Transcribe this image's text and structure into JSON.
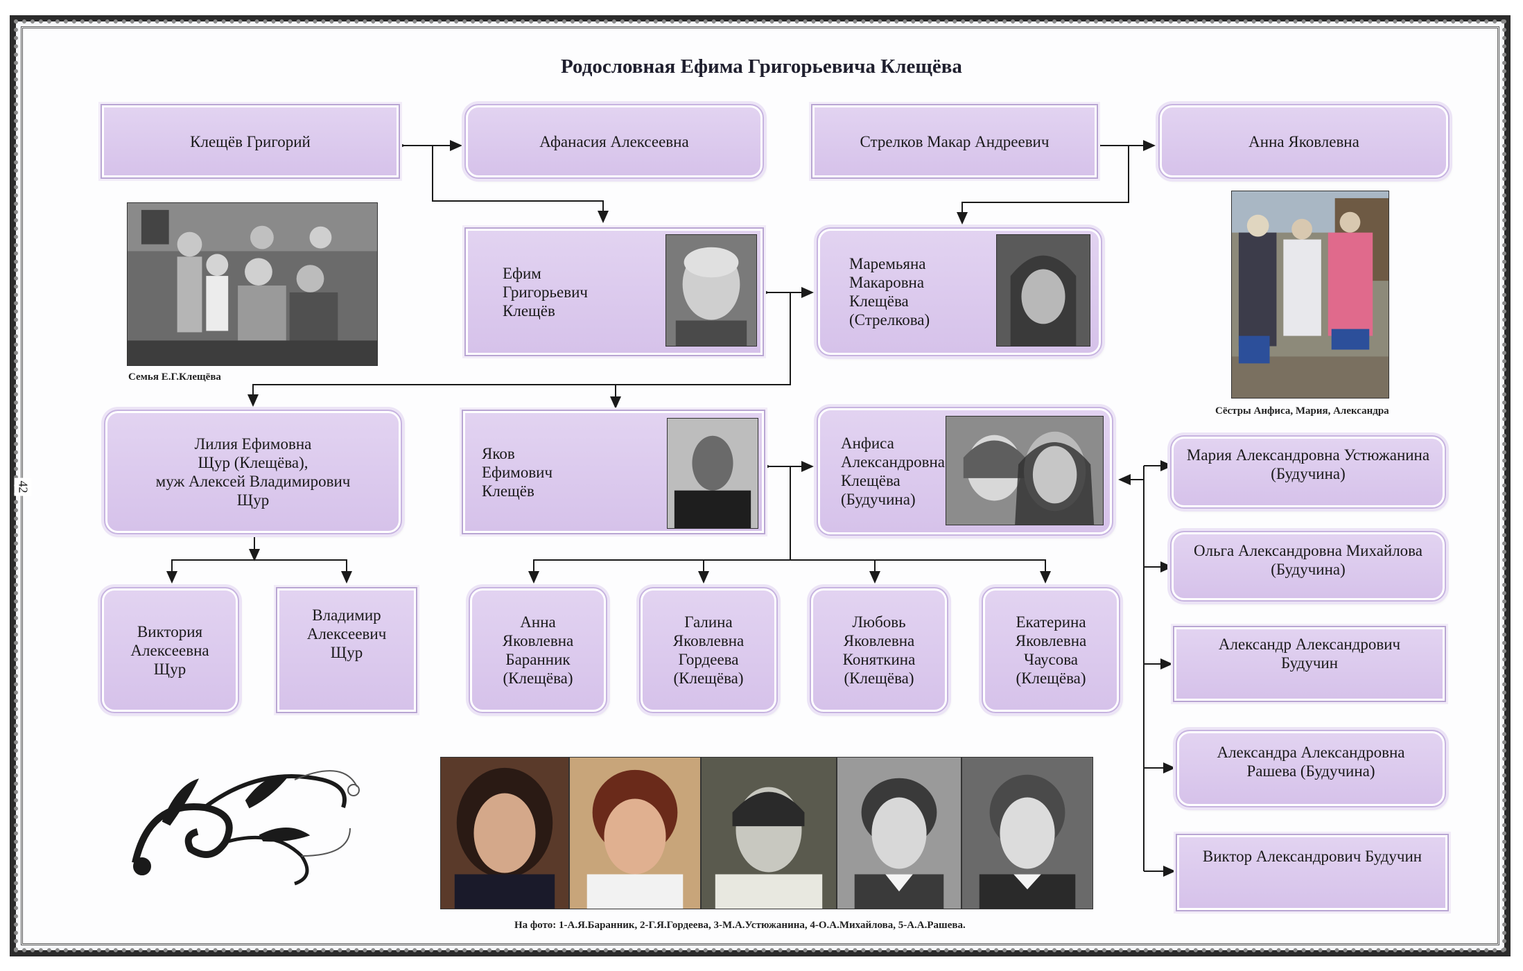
{
  "title": "Родословная Ефима Григорьевича Клещёва",
  "page_number": "42",
  "ancestors": {
    "grandfather_paternal": "Клещёв  Григорий",
    "grandmother_paternal": "Афанасия Алексеевна",
    "grandfather_maternal": "Стрелков Макар Андреевич",
    "grandmother_maternal": "Анна Яковлевна"
  },
  "couple": {
    "husband": "Ефим\nГригорьевич\nКлещёв",
    "wife": "Маремьяна\nМакаровна\nКлещёва\n(Стрелкова)"
  },
  "children": {
    "lilia": "Лилия Ефимовна\nЩур (Клещёва),\nмуж Алексей Владимирович\nЩур",
    "yakov": "Яков\nЕфимович\nКлещёв",
    "anfisa": "Анфиса\nАлександровна\nКлещёва\n(Будучина)"
  },
  "grandchildren_shchur": [
    "Виктория\nАлексеевна\nЩур",
    "Владимир\nАлексеевич\nЩур"
  ],
  "grandchildren_yakov": [
    "Анна\nЯковлевна\nБаранник\n(Клещёва)",
    "Галина\nЯковлевна\nГордеева\n(Клещёва)",
    "Любовь\nЯковлевна\nКоняткина\n(Клещёва)",
    "Екатерина\nЯковлевна\nЧаусова\n(Клещёва)"
  ],
  "anfisa_siblings": [
    "Мария Александровна Устюжанина\n(Будучина)",
    "Ольга Александровна Михайлова\n(Будучина)",
    "Александр Александрович\nБудучин",
    "Александра Александровна\nРашева (Будучина)",
    "Виктор Александрович Будучин"
  ],
  "captions": {
    "family_photo": "Семья Е.Г.Клещёва",
    "sisters_photo": "Сёстры Анфиса, Мария, Александра",
    "bottom_photos": "На фото: 1-А.Я.Баранник,  2-Г.Я.Гордеева,  3-М.А.Устюжанина, 4-О.А.Михайлова, 5-А.А.Рашева."
  },
  "colors": {
    "box_fill": "#d9c6ec",
    "box_border": "#c7b4e0",
    "line": "#1a1a1a",
    "frame": "#2b2b2b"
  }
}
